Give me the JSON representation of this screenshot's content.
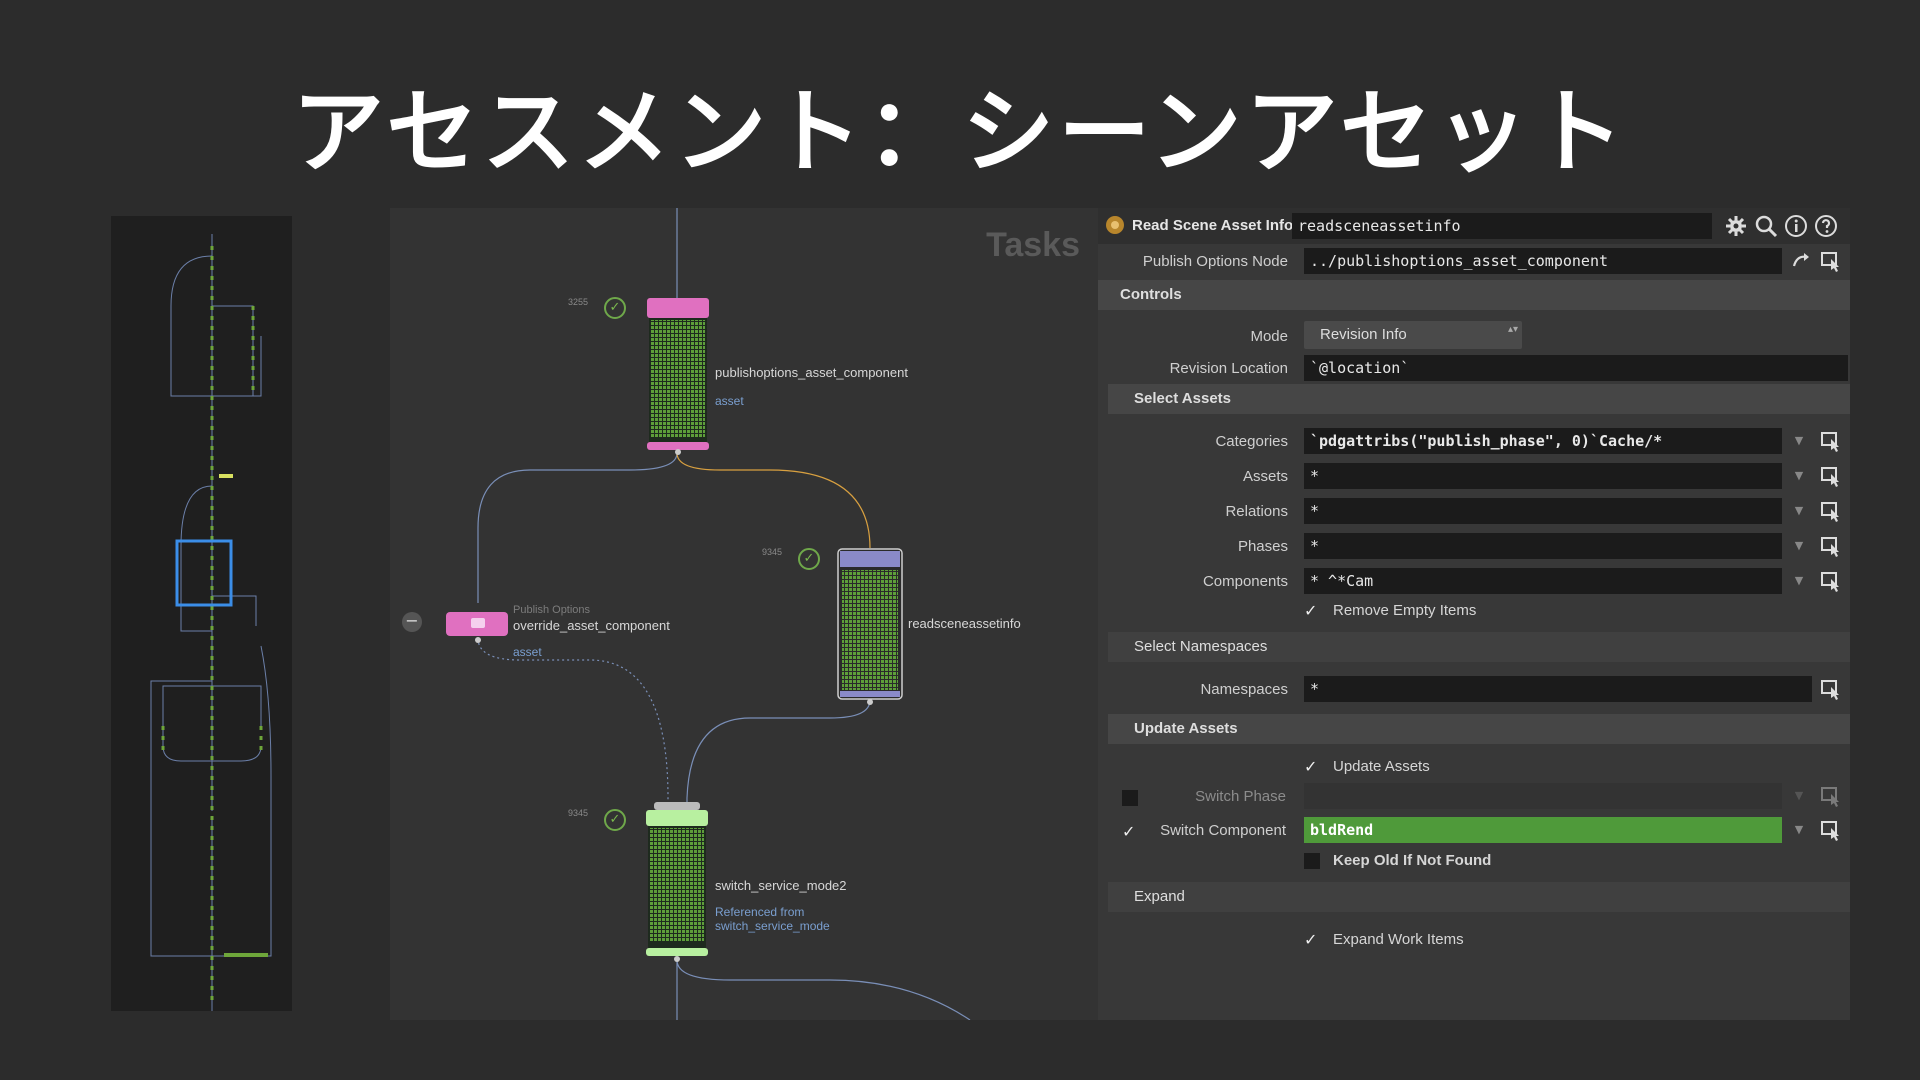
{
  "slide_title": "アセスメント：シーンアセット",
  "graph": {
    "watermark": "Tasks",
    "nodes": [
      {
        "name": "publishoptions_asset_component",
        "sub": "asset",
        "count": "3255"
      },
      {
        "name": "readsceneassetinfo",
        "count": "9345"
      },
      {
        "name": "override_asset_component",
        "caption": "Publish Options",
        "sub": "asset"
      },
      {
        "name": "switch_service_mode2",
        "sub_line1": "Referenced from",
        "sub_line2": "switch_service_mode",
        "count": "9345"
      }
    ],
    "collapse_symbol": "−",
    "status_symbol": "✓"
  },
  "panel": {
    "node_type": "Read Scene Asset Info",
    "node_name": "readsceneassetinfo",
    "publish_options_label": "Publish Options Node",
    "publish_options_value": "../publishoptions_asset_component",
    "controls_section": "Controls",
    "mode_label": "Mode",
    "mode_value": "Revision Info",
    "revision_location_label": "Revision Location",
    "revision_location_value": "`@location`",
    "select_assets_section": "Select Assets",
    "categories_label": "Categories",
    "categories_value": "`pdgattribs(\"publish_phase\", 0)`Cache/*",
    "assets_label": "Assets",
    "assets_value": "*",
    "relations_label": "Relations",
    "relations_value": "*",
    "phases_label": "Phases",
    "phases_value": "*",
    "components_label": "Components",
    "components_value": "* ^*Cam",
    "remove_empty_label": "Remove Empty Items",
    "select_namespaces_section": "Select Namespaces",
    "namespaces_label": "Namespaces",
    "namespaces_value": "*",
    "update_assets_section": "Update Assets",
    "update_assets_label": "Update Assets",
    "switch_phase_label": "Switch Phase",
    "switch_phase_value": "",
    "switch_component_label": "Switch Component",
    "switch_component_value": "bldRend",
    "keep_old_label": "Keep Old If Not Found",
    "expand_section": "Expand",
    "expand_work_items_label": "Expand Work Items",
    "checkmark": "✓",
    "spinner_symbol": "▴▾",
    "dropdown_symbol": "▼",
    "icons": [
      "gear-icon",
      "search-icon",
      "info-icon",
      "help-icon",
      "jump-icon",
      "pick-icon"
    ]
  },
  "colors": {
    "accent_green": "#4f9a3a",
    "node_pink": "#e070c0",
    "node_green": "#b8f0a0",
    "node_purple": "#8a8ac8",
    "wire_blue": "#7a8fb8",
    "wire_orange": "#d8a040"
  }
}
